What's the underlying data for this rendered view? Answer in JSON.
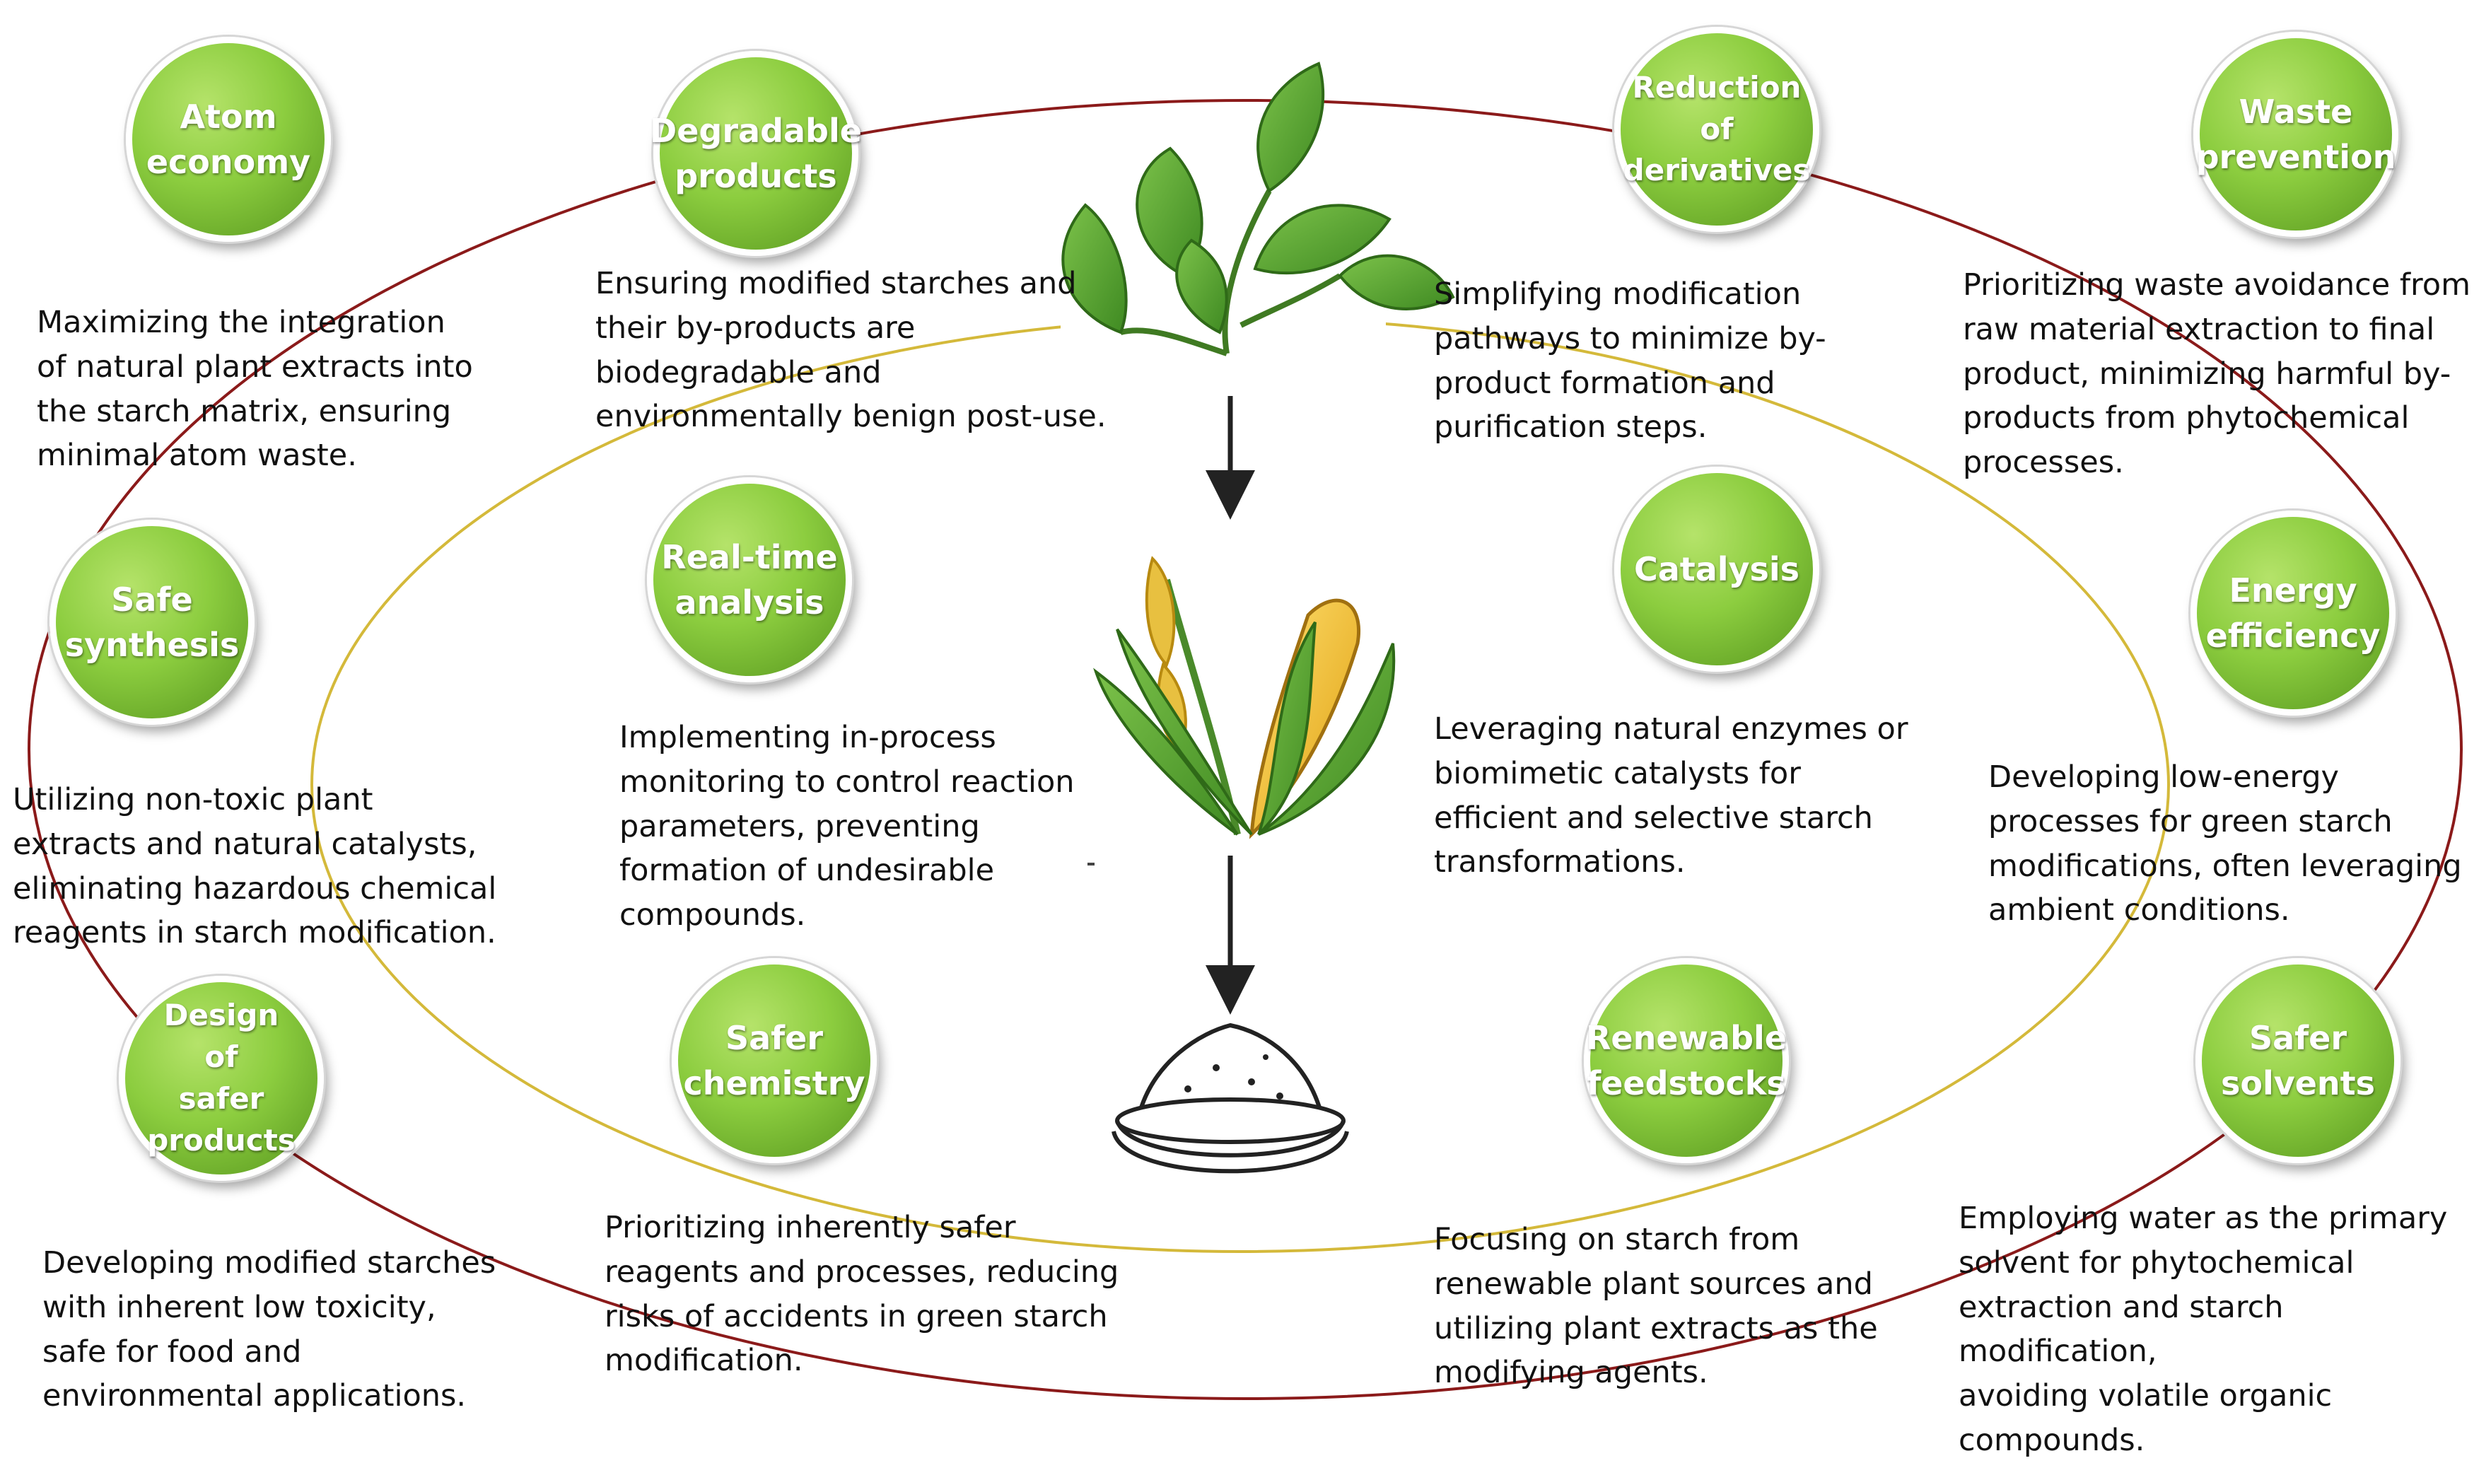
{
  "principles": [
    {
      "title": "Atom\neconomy",
      "description": "Maximizing the integration\nof natural plant extracts into\nthe starch matrix, ensuring\nminimal atom waste."
    },
    {
      "title": "Degradable\nproducts",
      "description": "Ensuring modified starches and\ntheir by-products are\nbiodegradable and\nenvironmentally benign post-use."
    },
    {
      "title": "Reduction\nof\nderivatives",
      "description": "Simplifying modification\npathways to minimize by-\nproduct formation and\npurification steps."
    },
    {
      "title": "Waste\nprevention",
      "description": "Prioritizing waste avoidance from\nraw material extraction to final\nproduct, minimizing harmful by-\nproducts from phytochemical\nprocesses."
    },
    {
      "title": "Safe\nsynthesis",
      "description": "Utilizing non-toxic plant\nextracts and natural catalysts,\neliminating hazardous chemical\nreagents in starch modification."
    },
    {
      "title": "Real-time\nanalysis",
      "description": "Implementing in-process\nmonitoring to control reaction\nparameters, preventing\nformation of undesirable\ncompounds."
    },
    {
      "title": "Catalysis",
      "description": "Leveraging natural enzymes or\nbiomimetic catalysts for\nefficient and selective starch\ntransformations."
    },
    {
      "title": "Energy\nefficiency",
      "description": "Developing low-energy\nprocesses for green starch\nmodifications, often leveraging\nambient conditions."
    },
    {
      "title": "Design\nof\nsafer\nproducts",
      "description": "Developing modified starches\nwith inherent low toxicity,\nsafe for food and\nenvironmental applications."
    },
    {
      "title": "Safer\nchemistry",
      "description": "Prioritizing inherently safer\nreagents and processes, reducing\nrisks of accidents in green starch\nmodification."
    },
    {
      "title": "Renewable\nfeedstocks",
      "description": "Focusing on starch from\nrenewable plant sources and\nutilizing plant extracts as the\nmodifying agents."
    },
    {
      "title": "Safer\nsolvents",
      "description": "Employing water as the primary\nsolvent for phytochemical\nextraction and starch modification,\navoiding volatile organic\ncompounds."
    }
  ],
  "colors": {
    "circle_green": "#8ccd3f",
    "outer_ring": "#8b1a1a",
    "inner_ring": "#d4b93a",
    "leaf_green": "#5aa033",
    "corn_yellow": "#f0c020",
    "text": "#111111"
  },
  "icons": {
    "top": "plant-leaves-icon",
    "middle": "corn-and-grain-icon",
    "bottom": "starch-powder-bowl-icon",
    "arrows": "down-arrow-icon"
  }
}
